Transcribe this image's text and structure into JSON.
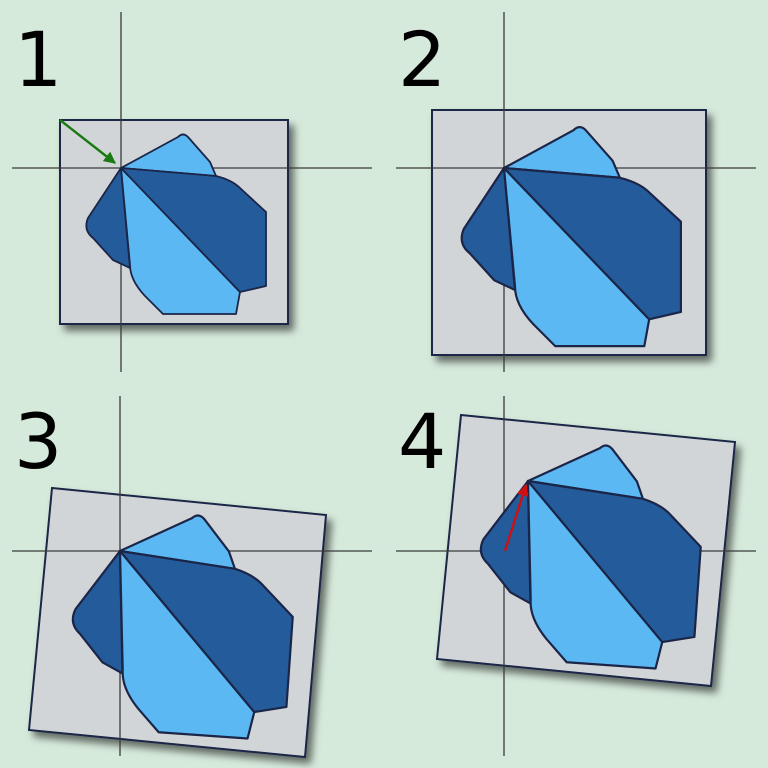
{
  "panels": [
    {
      "id": "1",
      "label": "1"
    },
    {
      "id": "2",
      "label": "2"
    },
    {
      "id": "3",
      "label": "3"
    },
    {
      "id": "4",
      "label": "4"
    }
  ],
  "colors": {
    "background": "#d6eadb",
    "paper": "#d2d5d8",
    "outline": "#1b2547",
    "light_facet": "#5cb8f3",
    "dark_facet": "#245b9b",
    "arrow_green": "#1a7a12",
    "arrow_red": "#d01010"
  }
}
